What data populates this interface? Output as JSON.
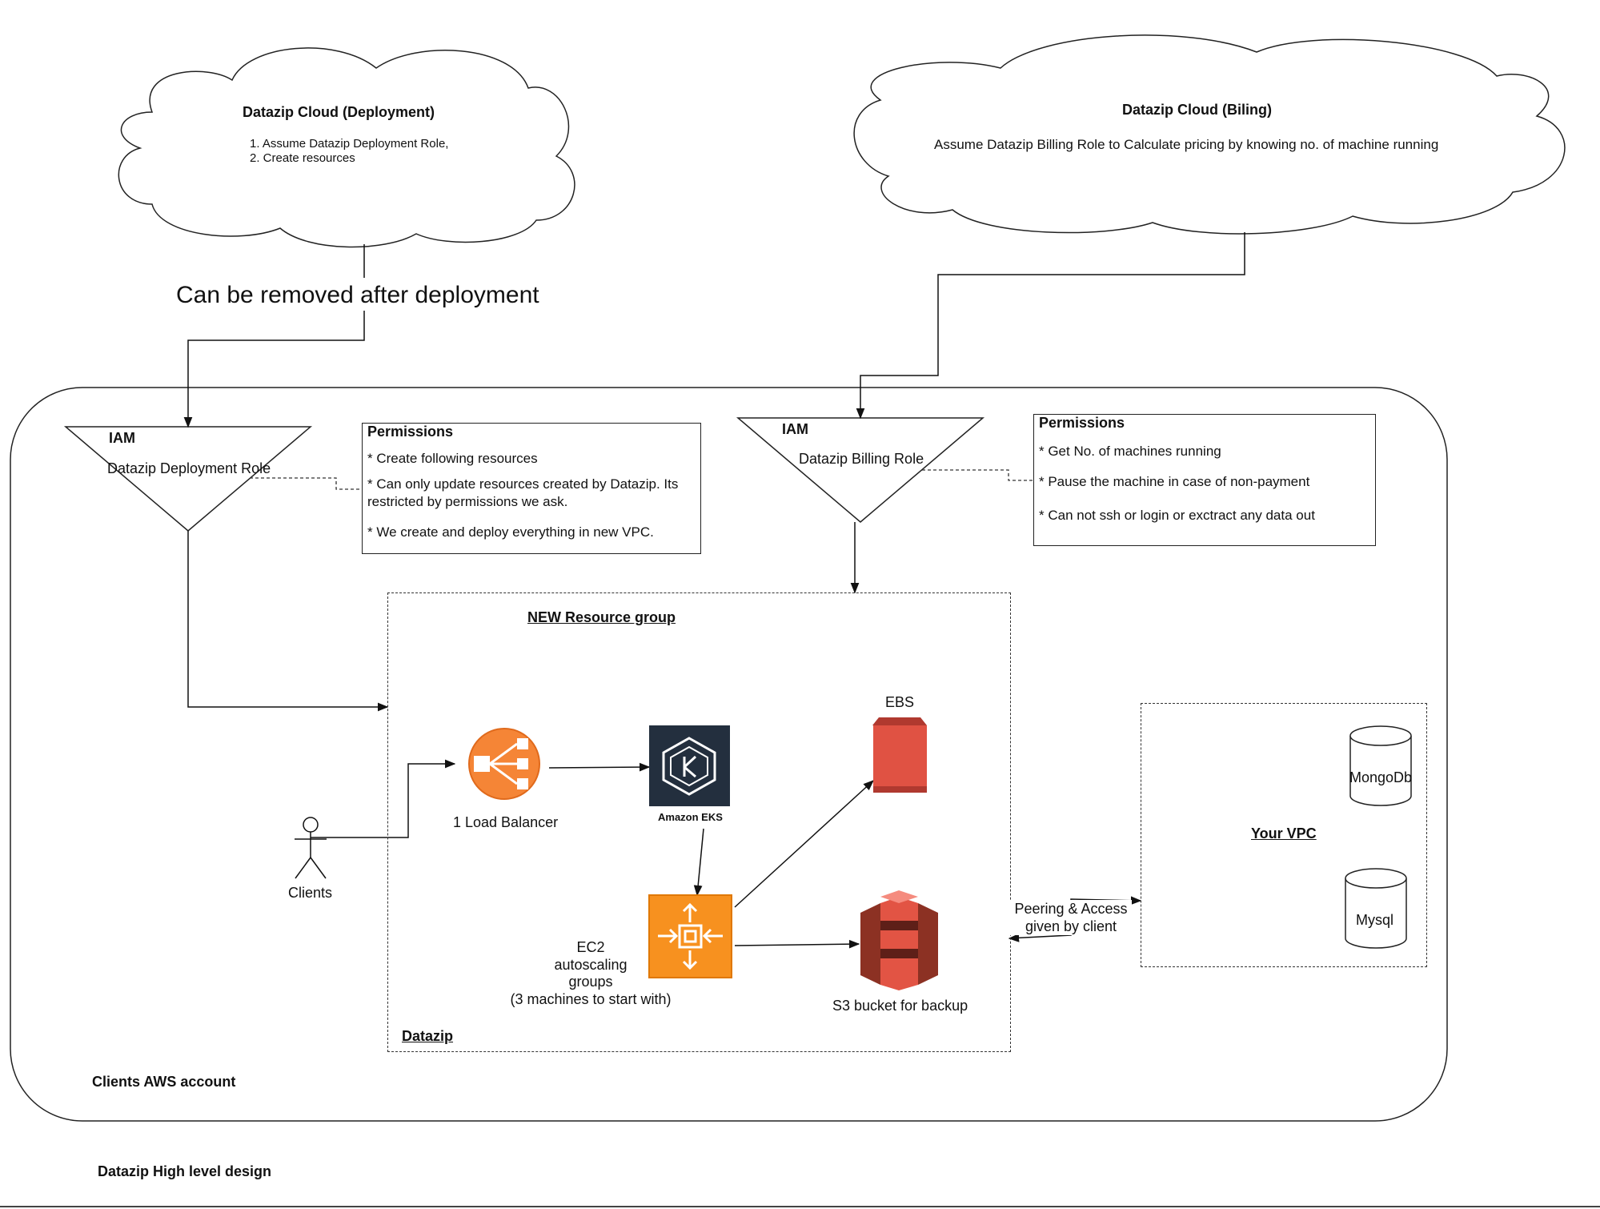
{
  "diagram": {
    "deployment_cloud": {
      "title": "Datazip Cloud (Deployment)",
      "line1": "1. Assume Datazip Deployment Role,",
      "line2": "2. Create resources"
    },
    "billing_cloud": {
      "title": "Datazip Cloud (Biling)",
      "text": "Assume Datazip Billing Role to Calculate pricing by knowing no. of machine running"
    },
    "removed_note": "Can be removed after deployment",
    "deployment_role": {
      "iam": "IAM",
      "name": "Datazip Deployment Role"
    },
    "billing_role": {
      "iam": "IAM",
      "name": "Datazip Billing Role"
    },
    "deployment_permissions": {
      "title": "Permissions",
      "items": [
        "* Create following resources",
        "* Can only update resources created by Datazip. Its restricted by permissions we ask.",
        "* We create and deploy everything in new VPC."
      ]
    },
    "billing_permissions": {
      "title": "Permissions",
      "items": [
        "* Get No. of machines running",
        "* Pause the machine in case of non-payment",
        "* Can not ssh or login or exctract any data out"
      ]
    },
    "resource_group": {
      "title": "NEW Resource group",
      "footer": "Datazip",
      "load_balancer": "1 Load Balancer",
      "eks": "Amazon EKS",
      "ebs": "EBS",
      "ec2": [
        "EC2",
        "autoscaling",
        "groups",
        "(3 machines to start with)"
      ],
      "s3": "S3 bucket for backup"
    },
    "clients": "Clients",
    "peering": [
      "Peering & Access",
      "given by client"
    ],
    "your_vpc": {
      "title": "Your VPC",
      "db1": "MongoDb",
      "db2": "Mysql"
    },
    "account_label": "Clients AWS account",
    "caption": "Datazip High level design"
  },
  "colors": {
    "load_balancer": "#f58536",
    "eks": "#232f3e",
    "ebs": "#e05243",
    "ec2": "#f7911f",
    "s3": "#e25444"
  }
}
